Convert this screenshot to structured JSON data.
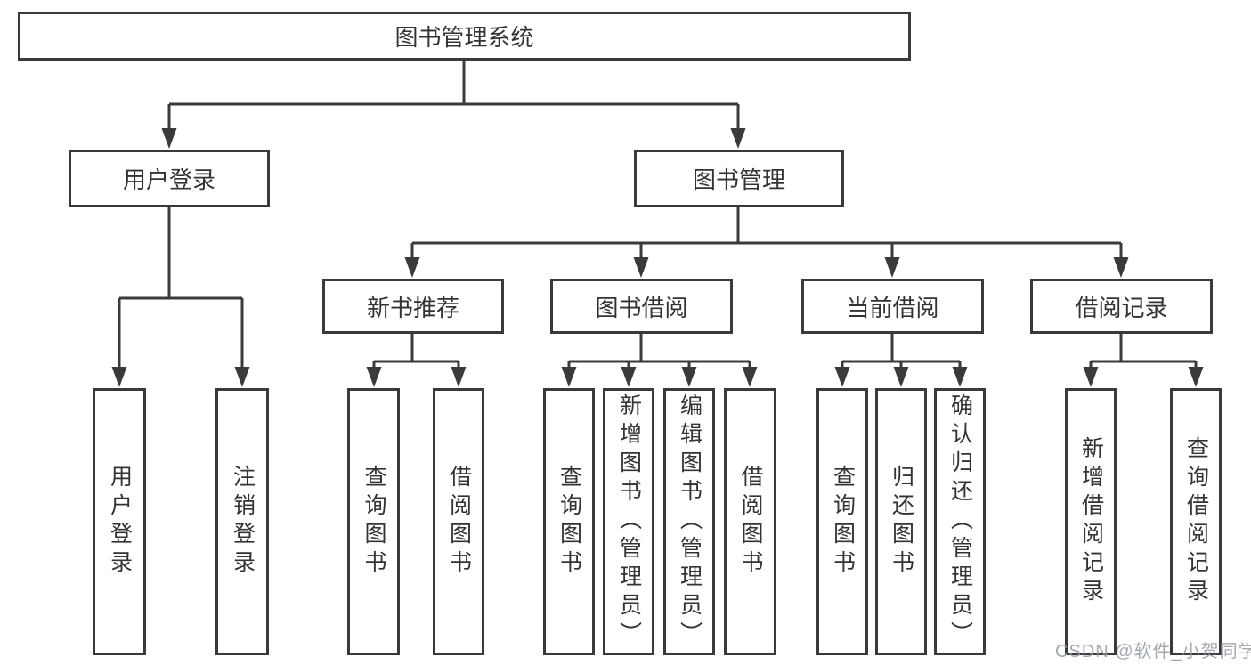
{
  "diagram": {
    "root": {
      "label": "图书管理系统",
      "children": [
        {
          "label": "用户登录",
          "children": [
            {
              "label": "用户登录"
            },
            {
              "label": "注销登录"
            }
          ]
        },
        {
          "label": "图书管理",
          "children": [
            {
              "label": "新书推荐",
              "children": [
                {
                  "label": "查询图书"
                },
                {
                  "label": "借阅图书"
                }
              ]
            },
            {
              "label": "图书借阅",
              "children": [
                {
                  "label": "查询图书"
                },
                {
                  "label": "新增图书（管理员）"
                },
                {
                  "label": "编辑图书（管理员）"
                },
                {
                  "label": "借阅图书"
                }
              ]
            },
            {
              "label": "当前借阅",
              "children": [
                {
                  "label": "查询图书"
                },
                {
                  "label": "归还图书"
                },
                {
                  "label": "确认归还（管理员）"
                }
              ]
            },
            {
              "label": "借阅记录",
              "children": [
                {
                  "label": "新增借阅记录"
                },
                {
                  "label": "查询借阅记录"
                }
              ]
            }
          ]
        }
      ]
    }
  },
  "watermark": {
    "text": "CSDN @软件_小贺同学"
  },
  "colors": {
    "line": "#3a3a3a",
    "text": "#333333",
    "background": "#ffffff",
    "watermark": "#9499a1"
  }
}
